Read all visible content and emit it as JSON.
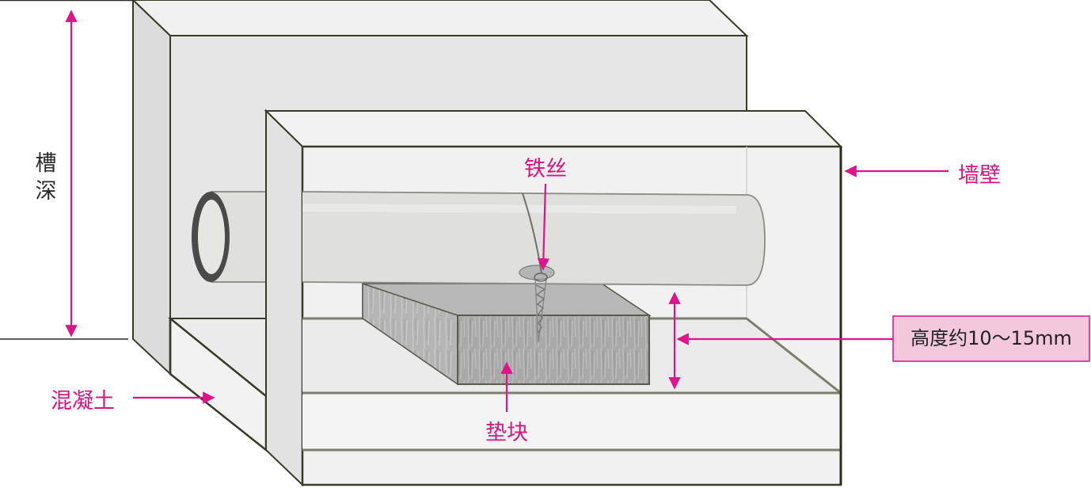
{
  "labels": {
    "groove_depth": [
      "槽",
      "深"
    ],
    "wire": "铁丝",
    "wall": "墙壁",
    "concrete": "混凝土",
    "block": "垫块",
    "height_note": "高度约10～15mm"
  },
  "colors": {
    "accent": "#e0138a",
    "label_text": "#d6157f",
    "note_box_fill": "#f3c8dc",
    "note_box_border": "#d6157f",
    "line_dark": "#3a3a2a",
    "wall_face": "#e9e9e9",
    "pipe": "#dfe0dc",
    "block": "#a6a6a6"
  }
}
